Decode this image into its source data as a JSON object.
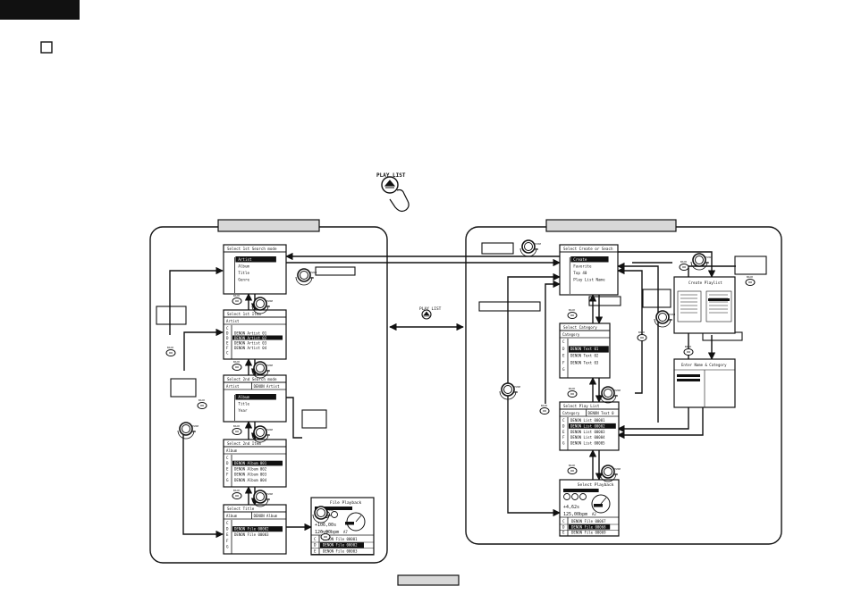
{
  "header": {
    "tab_color": "#111111"
  },
  "remote_button": {
    "label": "PLAY LIST"
  },
  "transition_icon": {
    "label": "PLAY LIST"
  },
  "knob": {
    "label": "PUSH"
  },
  "back_button": {
    "label": "BACK"
  },
  "left_flow": {
    "screens": {
      "s1": {
        "title": "Select 1st Search mode",
        "items": [
          "Artist",
          "Album",
          "Title",
          "Genre"
        ],
        "selected": 0
      },
      "s2": {
        "title": "Select 1st Item",
        "rows": [
          {
            "k": "C",
            "v": ""
          },
          {
            "k": "D",
            "v": "DENON Artist 01"
          },
          {
            "k": "D",
            "v": "DENON Artist 02"
          },
          {
            "k": "E",
            "v": "DENON Artist 03"
          },
          {
            "k": "F",
            "v": "DENON Artist 04"
          },
          {
            "k": "C",
            "v": ""
          }
        ],
        "header": "Artist",
        "selected": 2
      },
      "s3": {
        "title": "Select 2nd Search mode",
        "header_left": "Artist",
        "header_right": "DENON Artist",
        "items": [
          "Album",
          "Title",
          "Year"
        ],
        "selected": 0
      },
      "s4": {
        "title": "Select 2nd Item",
        "header": "Album",
        "rows": [
          {
            "k": "C",
            "v": ""
          },
          {
            "k": "D",
            "v": "DENON Album 001"
          },
          {
            "k": "E",
            "v": "DENON Album 002"
          },
          {
            "k": "F",
            "v": "DENON Album 003"
          },
          {
            "k": "G",
            "v": "DENON Album 004"
          }
        ],
        "selected": 1
      },
      "s5": {
        "title": "Select Title",
        "header_left": "Album",
        "header_right": "DENON Album",
        "rows": [
          {
            "k": "C",
            "v": ""
          },
          {
            "k": "D",
            "v": "DENON File 00002"
          },
          {
            "k": "E",
            "v": "DENON File 00003"
          },
          {
            "k": "F",
            "v": ""
          },
          {
            "k": "G",
            "v": ""
          }
        ],
        "selected": 1
      },
      "s6": {
        "title": "File Playback",
        "time": "+106,00s",
        "tempo": "126,00bpm",
        "key": "A7",
        "rows": [
          {
            "k": "C",
            "v": "DENON File 00001"
          },
          {
            "k": "D",
            "v": "DENON File 00002"
          },
          {
            "k": "E",
            "v": "DENON File 00003"
          }
        ],
        "selected": 1
      }
    }
  },
  "right_flow": {
    "screens": {
      "r1": {
        "title": "Select Create or Seach",
        "items": [
          "Create",
          "Favorite",
          "Top 40",
          "Play List Name"
        ],
        "selected": 0
      },
      "r2": {
        "title": "Select Category",
        "header": "Category",
        "rows": [
          {
            "k": "C",
            "v": ""
          },
          {
            "k": "D",
            "v": "DENON Text 01"
          },
          {
            "k": "E",
            "v": "DENON Text 02"
          },
          {
            "k": "F",
            "v": "DENON Text 03"
          },
          {
            "k": "G",
            "v": ""
          }
        ],
        "selected": 1
      },
      "r3": {
        "title": "Select Play List",
        "header_left": "Category",
        "header_right": "DENON Text 0",
        "rows": [
          {
            "k": "C",
            "v": "DENON List 00001"
          },
          {
            "k": "D",
            "v": "DENON List 00002"
          },
          {
            "k": "E",
            "v": "DENON List 00003"
          },
          {
            "k": "F",
            "v": "DENON List 00004"
          },
          {
            "k": "G",
            "v": "DENON List 00005"
          }
        ],
        "selected": 1
      },
      "r4": {
        "title": "Select Playback",
        "time": "+4,62s",
        "tempo": "125,00bpm",
        "key": "A2",
        "rows": [
          {
            "k": "C",
            "v": "DENON File 00067"
          },
          {
            "k": "D",
            "v": "DENON File 00068"
          },
          {
            "k": "E",
            "v": "DENON File 00069"
          }
        ],
        "selected": 1
      },
      "r5": {
        "title": "Create Playlist"
      },
      "r6": {
        "title": "Enter Name & Category"
      }
    }
  }
}
